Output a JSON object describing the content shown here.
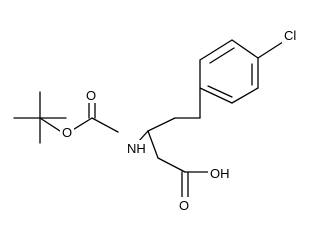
{
  "molecule": {
    "atom_labels": {
      "chlorine": "Cl",
      "carbonyl_oxygen": "O",
      "ester_oxygen": "O",
      "amine": "NH",
      "acid": "OH",
      "acid_carbonyl_oxygen": "O"
    }
  },
  "colors": {
    "bond": "#000000",
    "background": "#ffffff"
  }
}
